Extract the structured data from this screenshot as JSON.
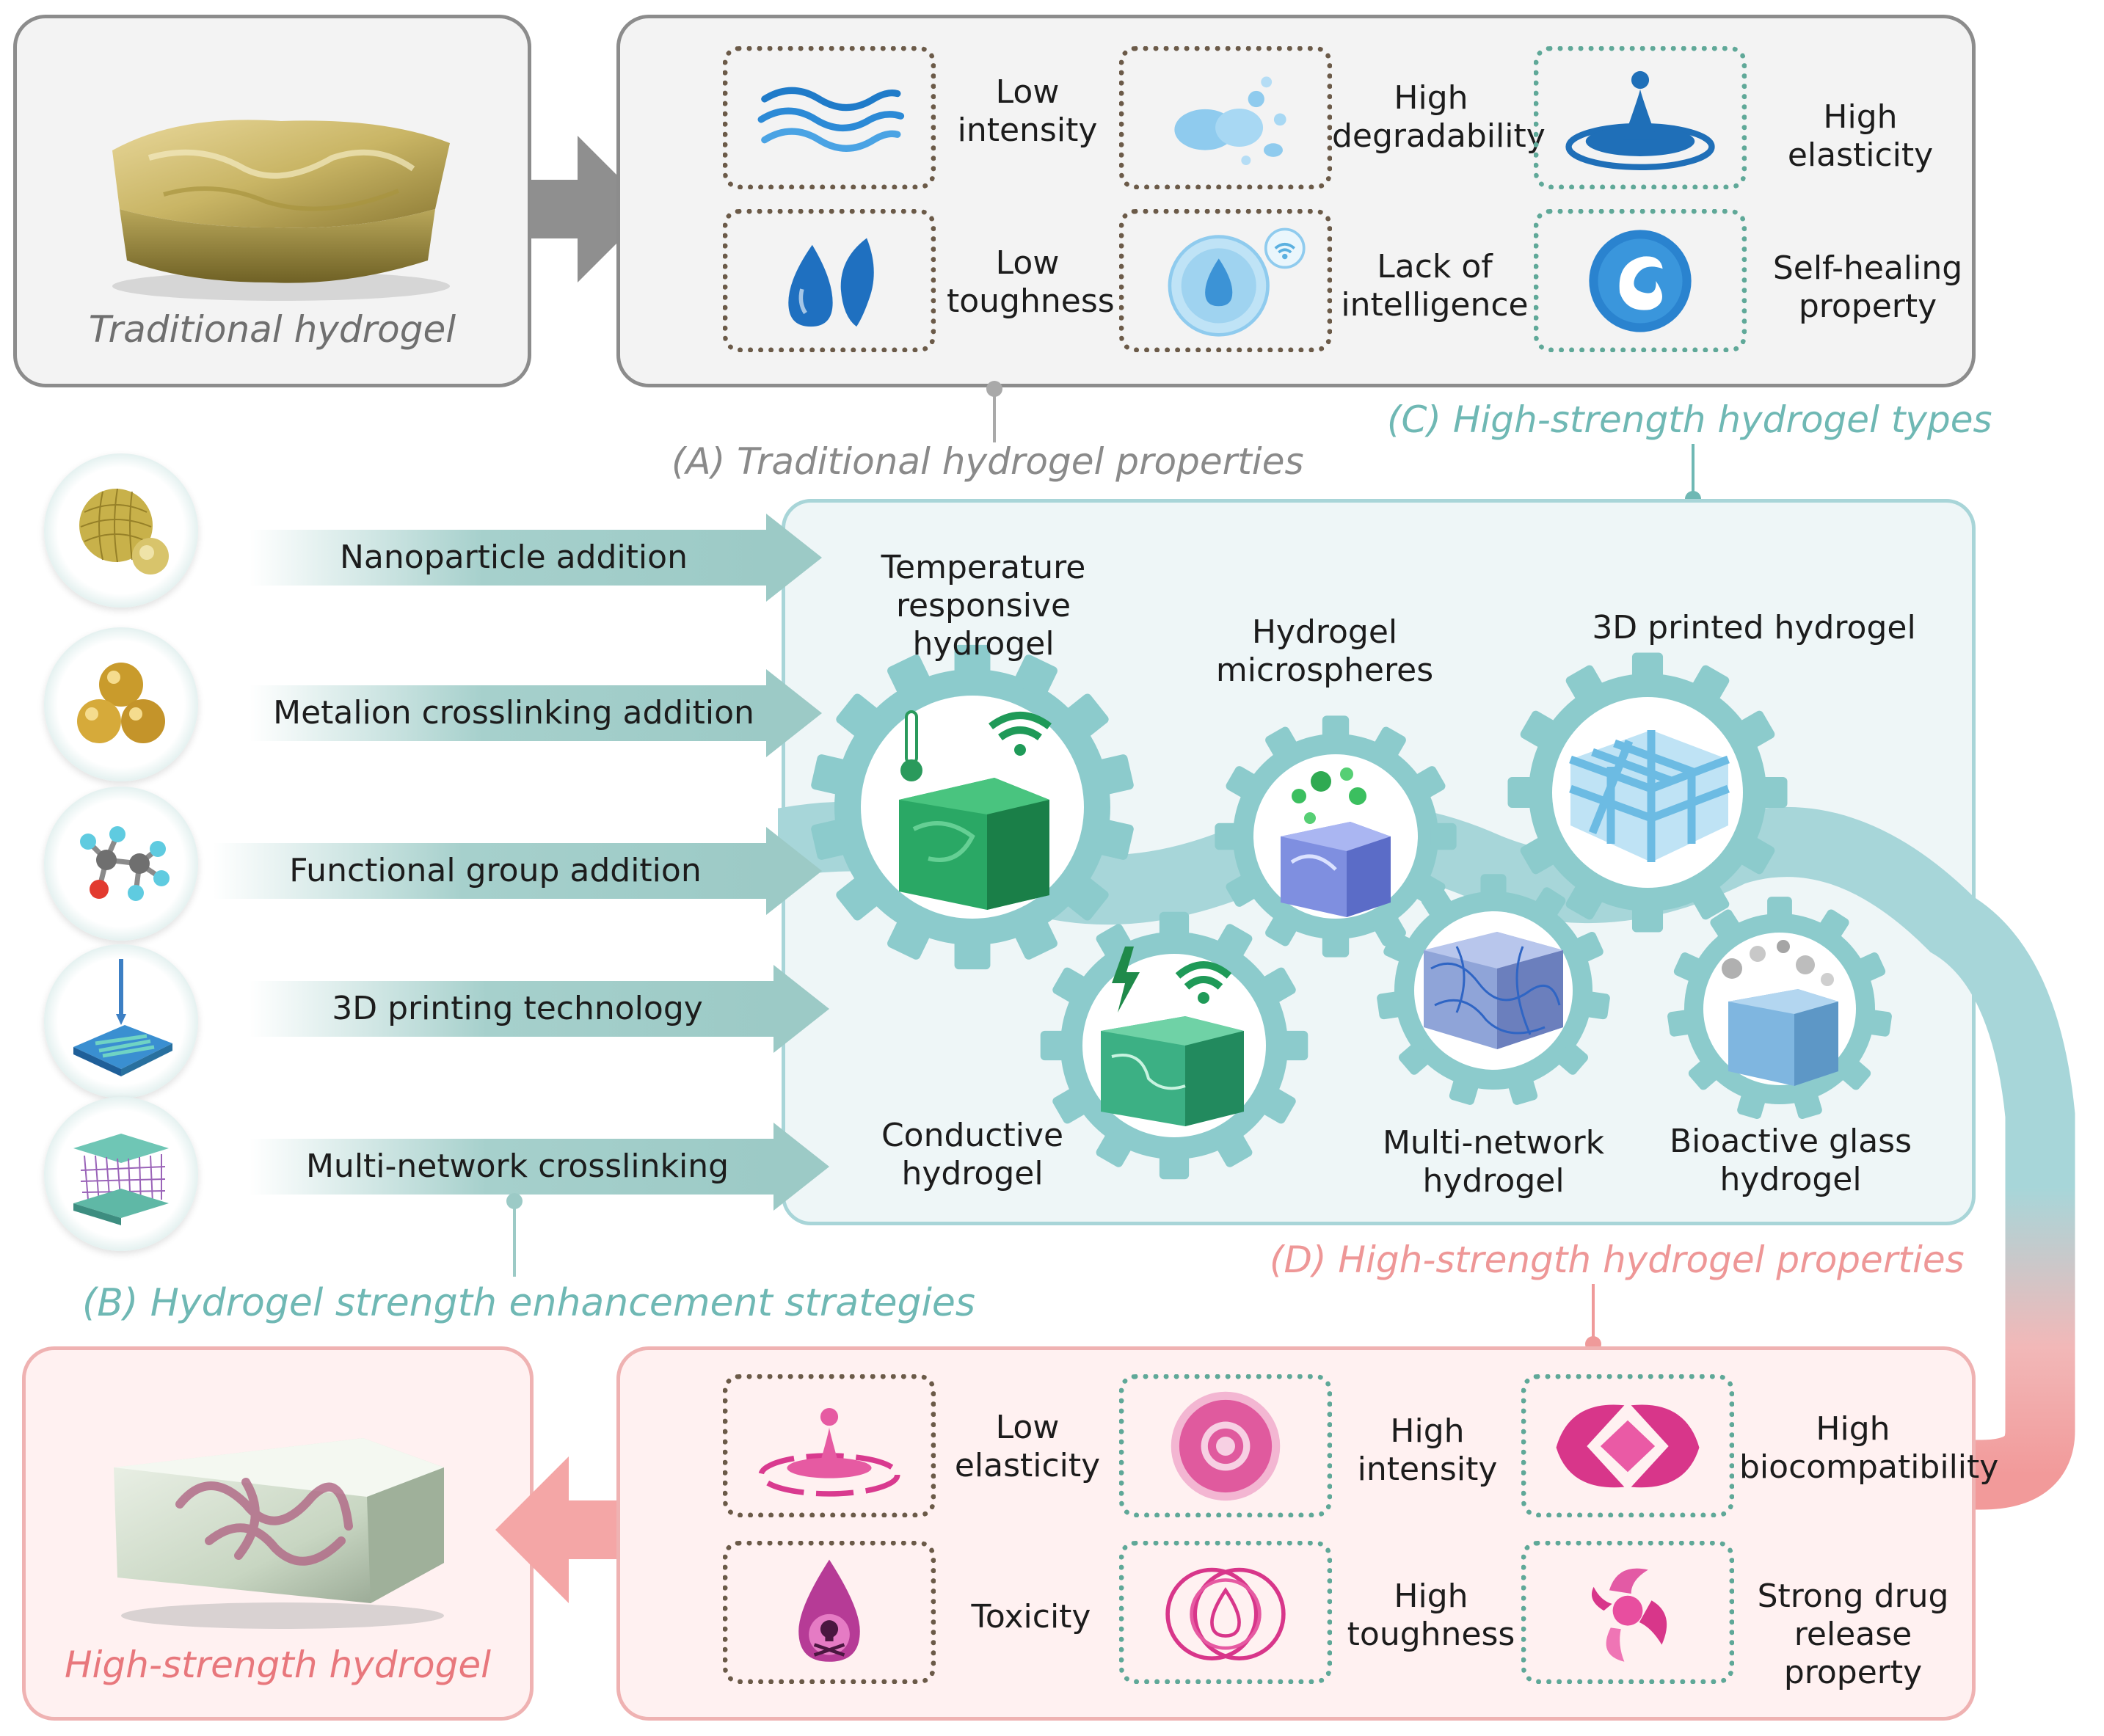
{
  "traditional": {
    "title": "Traditional hydrogel",
    "properties_caption": "(A) Traditional hydrogel properties",
    "properties": [
      {
        "label": "Low intensity",
        "icon": "waves-icon"
      },
      {
        "label": "High degradability",
        "icon": "water-splash-icon"
      },
      {
        "label": "High elasticity",
        "icon": "water-ripple-icon"
      },
      {
        "label": "Low toughness",
        "icon": "water-drops-icon"
      },
      {
        "label": "Lack of intelligence",
        "icon": "water-bubble-wifi-icon"
      },
      {
        "label": "Self-healing property",
        "icon": "swirl-icon"
      }
    ]
  },
  "strategies": {
    "caption": "(B) Hydrogel strength enhancement strategies",
    "items": [
      {
        "label": "Nanoparticle addition",
        "icon": "nanoparticle-icon"
      },
      {
        "label": "Metalion crosslinking addition",
        "icon": "metal-ions-icon"
      },
      {
        "label": "Functional group addition",
        "icon": "molecule-icon"
      },
      {
        "label": "3D printing technology",
        "icon": "3d-printer-icon"
      },
      {
        "label": "Multi-network crosslinking",
        "icon": "network-layers-icon"
      }
    ]
  },
  "types": {
    "caption": "(C) High-strength hydrogel types",
    "items": [
      {
        "label": "Temperature responsive hydrogel",
        "icon": "thermometer-wifi-cube-icon"
      },
      {
        "label": "Hydrogel microspheres",
        "icon": "microspheres-cube-icon"
      },
      {
        "label": "3D printed hydrogel",
        "icon": "lattice-cube-icon"
      },
      {
        "label": "Conductive hydrogel",
        "icon": "lightning-wifi-cube-icon"
      },
      {
        "label": "Multi-network hydrogel",
        "icon": "network-cube-icon"
      },
      {
        "label": "Bioactive glass hydrogel",
        "icon": "glass-bubbles-cube-icon"
      }
    ]
  },
  "high_strength": {
    "title": "High-strength hydrogel",
    "properties_caption": "(D) High-strength hydrogel properties",
    "properties": [
      {
        "label": "Low elasticity",
        "icon": "pink-ripple-icon"
      },
      {
        "label": "High intensity",
        "icon": "pink-target-icon"
      },
      {
        "label": "High biocompatibility",
        "icon": "pink-diamond-icon"
      },
      {
        "label": "Toxicity",
        "icon": "skull-drop-icon"
      },
      {
        "label": "High toughness",
        "icon": "pink-rings-icon"
      },
      {
        "label": "Strong drug release property",
        "icon": "pink-petals-icon"
      }
    ]
  },
  "colors": {
    "gray": "#8c8c8c",
    "teal": "#5fa7a9",
    "pink": "#e8777c",
    "blue": "#1f78c8",
    "magenta": "#d43b8c"
  }
}
